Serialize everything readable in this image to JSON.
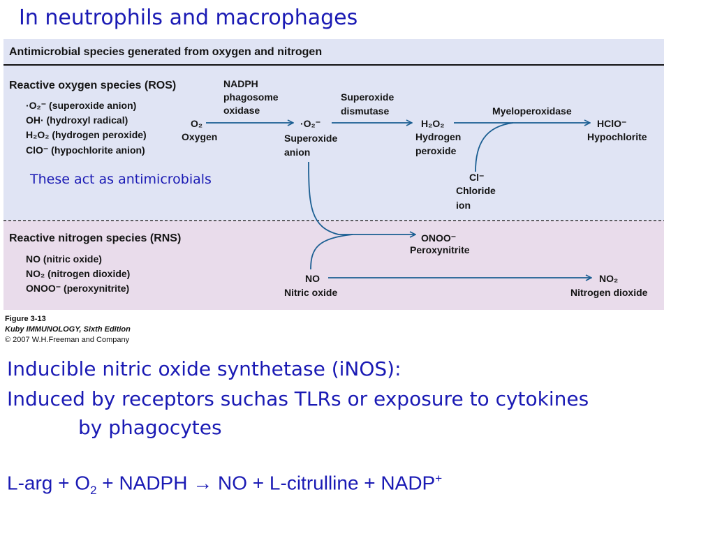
{
  "slide": {
    "title": "In neutrophils and macrophages",
    "annotation": "These act as antimicrobials",
    "line1": "Inducible nitric oxide synthetase (iNOS):",
    "line2": "Induced by receptors suchas TLRs or exposure to cytokines",
    "line3": "by phagocytes",
    "equation": {
      "part1": "L-arg + O",
      "sub": "2",
      "part2": " + NADPH ",
      "arrow": "→",
      "part3": " NO + L-citrulline + NADP",
      "sup": "+"
    }
  },
  "figure": {
    "header": "Antimicrobial species generated from oxygen and nitrogen",
    "colors": {
      "ros_bg": "#e0e4f4",
      "rns_bg": "#e9dceb",
      "arrow": "#1a5e92",
      "text": "#141414"
    },
    "ros": {
      "heading": "Reactive oxygen species (ROS)",
      "items": [
        {
          "formula": "·O₂⁻",
          "desc": " (superoxide anion)"
        },
        {
          "formula": "OH·",
          "desc": " (hydroxyl radical)"
        },
        {
          "formula": "H₂O₂",
          "desc": " (hydrogen peroxide)"
        },
        {
          "formula": "ClO⁻",
          "desc": " (hypochlorite anion)"
        }
      ]
    },
    "rns": {
      "heading": "Reactive nitrogen species (RNS)",
      "items": [
        {
          "formula": "NO",
          "desc": " (nitric oxide)"
        },
        {
          "formula": "NO₂",
          "desc": " (nitrogen dioxide)"
        },
        {
          "formula": "ONOO⁻",
          "desc": " (peroxynitrite)"
        }
      ]
    },
    "pathway": {
      "o2": {
        "formula": "O₂",
        "name": "Oxygen"
      },
      "enzyme1": [
        "NADPH",
        "phagosome",
        "oxidase"
      ],
      "superoxide": {
        "formula": "·O₂⁻",
        "name": [
          "Superoxide",
          "anion"
        ]
      },
      "enzyme2": [
        "Superoxide",
        "dismutase"
      ],
      "h2o2": {
        "formula": "H₂O₂",
        "name": [
          "Hydrogen",
          "peroxide"
        ]
      },
      "enzyme3": "Myeloperoxidase",
      "hclo": {
        "formula": "HClO⁻",
        "name": "Hypochlorite"
      },
      "chloride": {
        "formula": "Cl⁻",
        "name": [
          "Chloride",
          "ion"
        ]
      },
      "onoo": {
        "formula": "ONOO⁻",
        "name": "Peroxynitrite"
      },
      "no": {
        "formula": "NO",
        "name": "Nitric oxide"
      },
      "no2": {
        "formula": "NO₂",
        "name": "Nitrogen dioxide"
      }
    }
  },
  "caption": {
    "figure_number": "Figure 3-13",
    "book": "Kuby IMMUNOLOGY, Sixth Edition",
    "copyright": "© 2007 W.H.Freeman and Company"
  }
}
